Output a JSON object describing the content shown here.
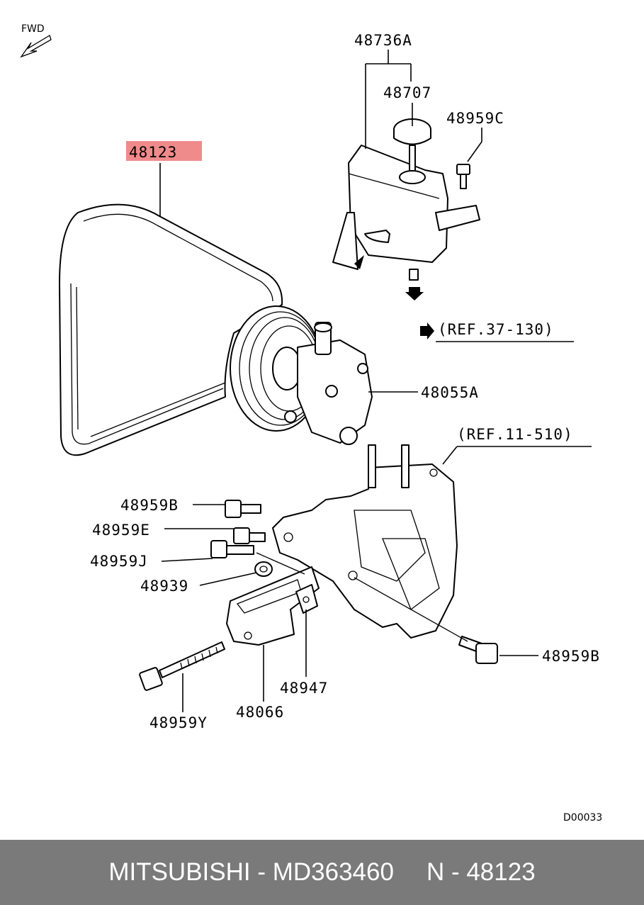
{
  "diagram": {
    "fwd_label": "FWD",
    "drawing_code": "D00033",
    "highlight_color": "#f08b8b",
    "labels": {
      "p48736a": "48736A",
      "p48707": "48707",
      "p48959c": "48959C",
      "p48123": "48123",
      "ref37": "(REF.37-130)",
      "p48055a": "48055A",
      "ref11": "(REF.11-510)",
      "p48959b_top": "48959B",
      "p48959e": "48959E",
      "p48959j": "48959J",
      "p48939": "48939",
      "p48959b_right": "48959B",
      "p48947": "48947",
      "p48066": "48066",
      "p48959y": "48959Y"
    }
  },
  "footer": {
    "part_info": "MITSUBISHI - MD363460",
    "ref_info": "N - 48123"
  }
}
